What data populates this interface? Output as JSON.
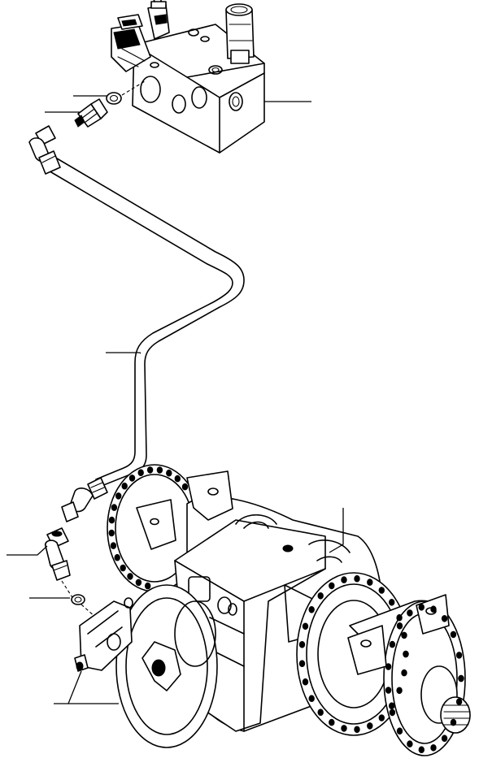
{
  "diagram": {
    "type": "exploded-parts-illustration",
    "components": [
      "valve-block",
      "solenoid-valve",
      "pressure-switch",
      "relief-valve-cartridge",
      "straight-fitting",
      "o-ring-upper",
      "hose-assembly",
      "elbow-fitting",
      "o-ring-lower",
      "brake-caliper",
      "brake-disc",
      "axle-housing",
      "axle-flange-right",
      "axle-flange-left"
    ],
    "callouts": [
      "valve-block",
      "o-ring-upper",
      "straight-fitting",
      "hose-assembly",
      "axle-housing",
      "elbow-fitting",
      "o-ring-lower",
      "brake-assembly"
    ]
  }
}
